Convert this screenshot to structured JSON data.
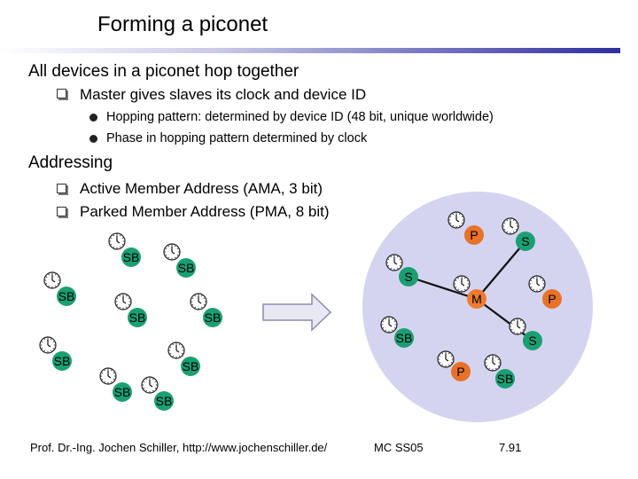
{
  "slide": {
    "title": "Forming a piconet",
    "bullets": [
      {
        "text": "All devices in a piconet hop together"
      },
      {
        "text": "Master gives slaves its clock and device ID"
      },
      {
        "text": "Hopping pattern: determined by device ID (48 bit, unique worldwide)"
      },
      {
        "text": "Phase in hopping pattern determined by clock"
      },
      {
        "text": "Addressing"
      },
      {
        "text": "Active Member Address (AMA, 3 bit)"
      },
      {
        "text": "Parked Member Address (PMA, 8 bit)"
      }
    ]
  },
  "diagram": {
    "colors": {
      "standby": "#1a9f73",
      "master_parked": "#e8722a",
      "piconet_area": "#d4d4f0",
      "arrow_fill": "#e8e8f2",
      "arrow_stroke": "#8a8ab0"
    },
    "clock_icon": "clock-icon",
    "left_nodes": [
      {
        "label": "SB"
      },
      {
        "label": "SB"
      },
      {
        "label": "SB"
      },
      {
        "label": "SB"
      },
      {
        "label": "SB"
      },
      {
        "label": "SB"
      },
      {
        "label": "SB"
      },
      {
        "label": "SB"
      },
      {
        "label": "SB"
      }
    ],
    "piconet_nodes": [
      {
        "label": "M"
      },
      {
        "label": "S"
      },
      {
        "label": "S"
      },
      {
        "label": "S"
      },
      {
        "label": "P"
      },
      {
        "label": "P"
      },
      {
        "label": "P"
      },
      {
        "label": "SB"
      },
      {
        "label": "SB"
      }
    ]
  },
  "footer": {
    "author": "Prof. Dr.-Ing. Jochen Schiller, http://www.jochenschiller.de/",
    "course": "MC SS05",
    "page": "7.91"
  }
}
